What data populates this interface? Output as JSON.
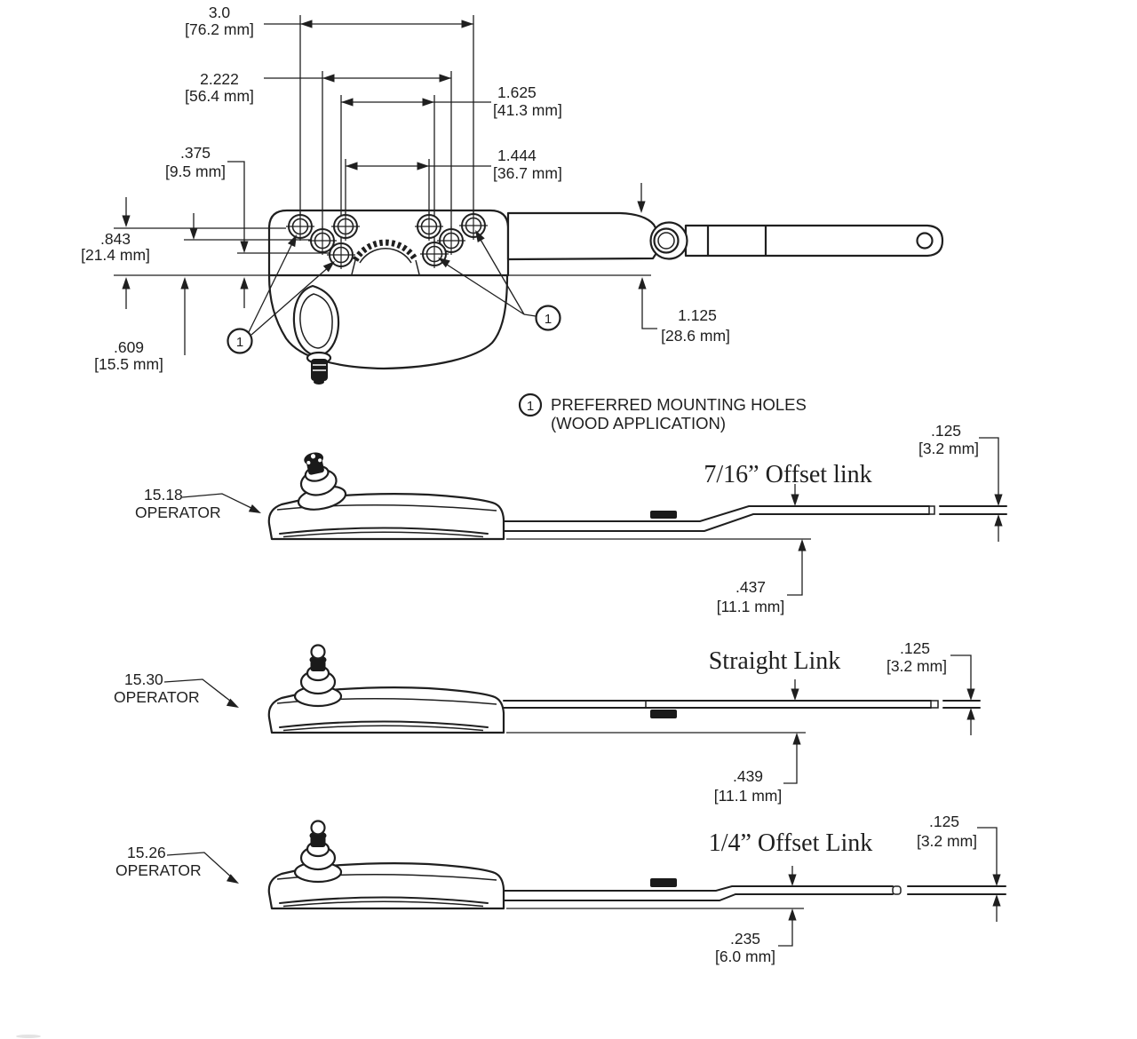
{
  "colors": {
    "ink": "#1f1f1f",
    "red": "#e90606",
    "background": "#ffffff"
  },
  "top_view": {
    "balloon_label": "1",
    "note": {
      "line1": "PREFERRED MOUNTING HOLES",
      "line2": "(WOOD APPLICATION)"
    },
    "dimensions": {
      "width_overall": {
        "inches": "3.0",
        "metric": "[76.2 mm]"
      },
      "width_second": {
        "inches": "2.222",
        "metric": "[56.4 mm]"
      },
      "width_third": {
        "inches": "1.625",
        "metric": "[41.3 mm]"
      },
      "width_inner": {
        "inches": "1.444",
        "metric": "[36.7 mm]"
      },
      "hole_row_small": {
        "inches": ".375",
        "metric": "[9.5 mm]"
      },
      "hole_row_large": {
        "inches": ".843",
        "metric": "[21.4 mm]"
      },
      "hole_row_mid": {
        "inches": ".609",
        "metric": "[15.5 mm]"
      },
      "arm_offset": {
        "inches": "1.125",
        "metric": "[28.6 mm]"
      }
    }
  },
  "side_views": [
    {
      "operator_model": "15.18",
      "operator_word": "OPERATOR",
      "link_type": "7/16” Offset link",
      "thickness": {
        "inches": ".125",
        "metric": "[3.2 mm]"
      },
      "link_height": {
        "inches": ".437",
        "metric": "[11.1 mm]"
      }
    },
    {
      "operator_model": "15.30",
      "operator_word": "OPERATOR",
      "link_type": "Straight Link",
      "thickness": {
        "inches": ".125",
        "metric": "[3.2 mm]"
      },
      "link_height": {
        "inches": ".439",
        "metric": "[11.1 mm]"
      }
    },
    {
      "operator_model": "15.26",
      "operator_word": "OPERATOR",
      "link_type": "1/4” Offset Link",
      "thickness": {
        "inches": ".125",
        "metric": "[3.2 mm]"
      },
      "link_height": {
        "inches": ".235",
        "metric": "[6.0 mm]"
      }
    }
  ]
}
